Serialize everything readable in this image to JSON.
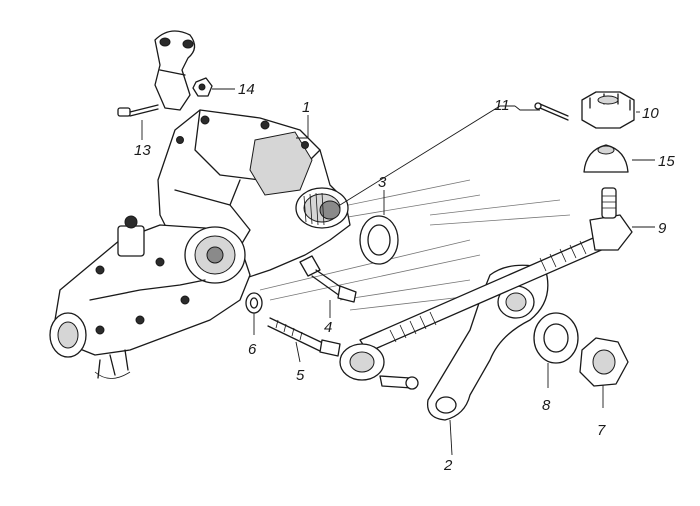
{
  "callouts": [
    {
      "id": "label-1",
      "text": "1"
    },
    {
      "id": "label-2",
      "text": "2"
    },
    {
      "id": "label-3",
      "text": "3"
    },
    {
      "id": "label-4",
      "text": "4"
    },
    {
      "id": "label-5",
      "text": "5"
    },
    {
      "id": "label-6",
      "text": "6"
    },
    {
      "id": "label-7",
      "text": "7"
    },
    {
      "id": "label-8",
      "text": "8"
    },
    {
      "id": "label-9",
      "text": "9"
    },
    {
      "id": "label-10",
      "text": "10"
    },
    {
      "id": "label-11",
      "text": "11"
    },
    {
      "id": "label-13",
      "text": "13"
    },
    {
      "id": "label-14",
      "text": "14"
    },
    {
      "id": "label-15",
      "text": "15"
    }
  ]
}
